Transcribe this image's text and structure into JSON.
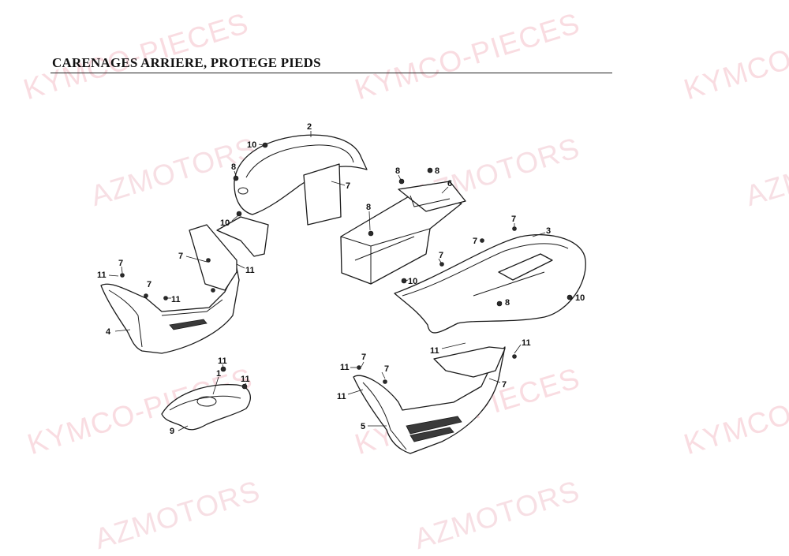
{
  "diagram": {
    "title": "CARENAGES ARRIERE, PROTEGE PIEDS",
    "watermarks": {
      "kymco": "KYMCO-PIECES",
      "az": "AZMOTORS"
    },
    "callouts": [
      {
        "label": "2"
      },
      {
        "label": "10"
      },
      {
        "label": "8"
      },
      {
        "label": "7"
      },
      {
        "label": "10"
      },
      {
        "label": "7"
      },
      {
        "label": "11"
      },
      {
        "label": "7"
      },
      {
        "label": "11"
      },
      {
        "label": "7"
      },
      {
        "label": "11"
      },
      {
        "label": "4"
      },
      {
        "label": "8"
      },
      {
        "label": "8"
      },
      {
        "label": "6"
      },
      {
        "label": "8"
      },
      {
        "label": "7"
      },
      {
        "label": "3"
      },
      {
        "label": "7"
      },
      {
        "label": "7"
      },
      {
        "label": "10"
      },
      {
        "label": "8"
      },
      {
        "label": "10"
      },
      {
        "label": "11"
      },
      {
        "label": "1"
      },
      {
        "label": "11"
      },
      {
        "label": "9"
      },
      {
        "label": "11"
      },
      {
        "label": "11"
      },
      {
        "label": "7"
      },
      {
        "label": "11"
      },
      {
        "label": "7"
      },
      {
        "label": "7"
      },
      {
        "label": "11"
      },
      {
        "label": "5"
      }
    ]
  }
}
